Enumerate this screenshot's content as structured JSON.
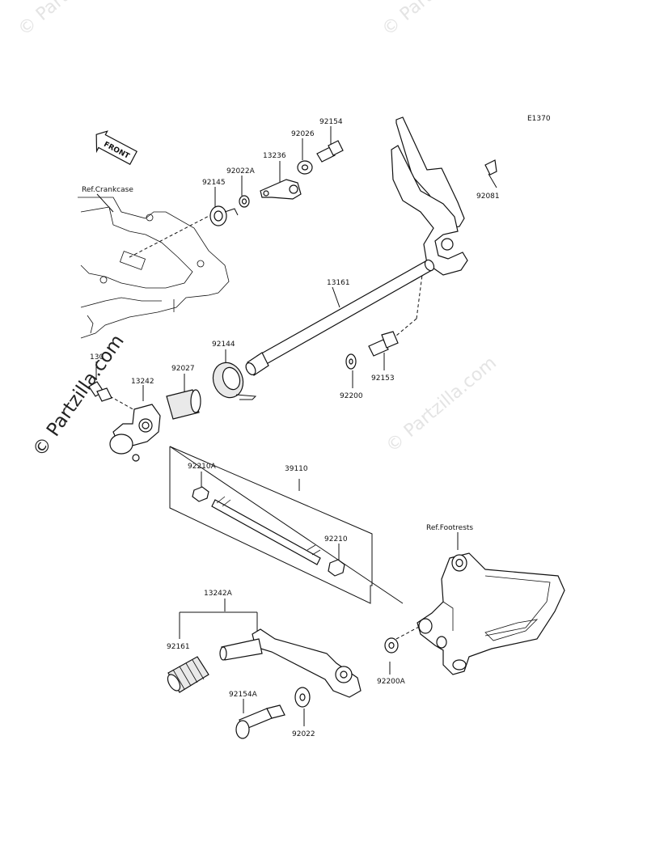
{
  "diagram_code": "E1370",
  "watermark_main": "© Partzilla.com",
  "watermark_faint": "© Partzilla.com",
  "front_arrow_text": "FRONT",
  "references": {
    "crankcase": "Ref.Crankcase",
    "footrests": "Ref.Footrests"
  },
  "parts": {
    "p92154": "92154",
    "p92026": "92026",
    "p13236": "13236",
    "p92022A": "92022A",
    "p92145": "92145",
    "p92081": "92081",
    "p13161": "13161",
    "p92144": "92144",
    "p92027": "92027",
    "p130": "130",
    "p13242": "13242",
    "p92153": "92153",
    "p92200": "92200",
    "p92210A": "92210A",
    "p39110": "39110",
    "p92210": "92210",
    "p13242A": "13242A",
    "p92161": "92161",
    "p92154A": "92154A",
    "p92022": "92022",
    "p92200A": "92200A"
  }
}
